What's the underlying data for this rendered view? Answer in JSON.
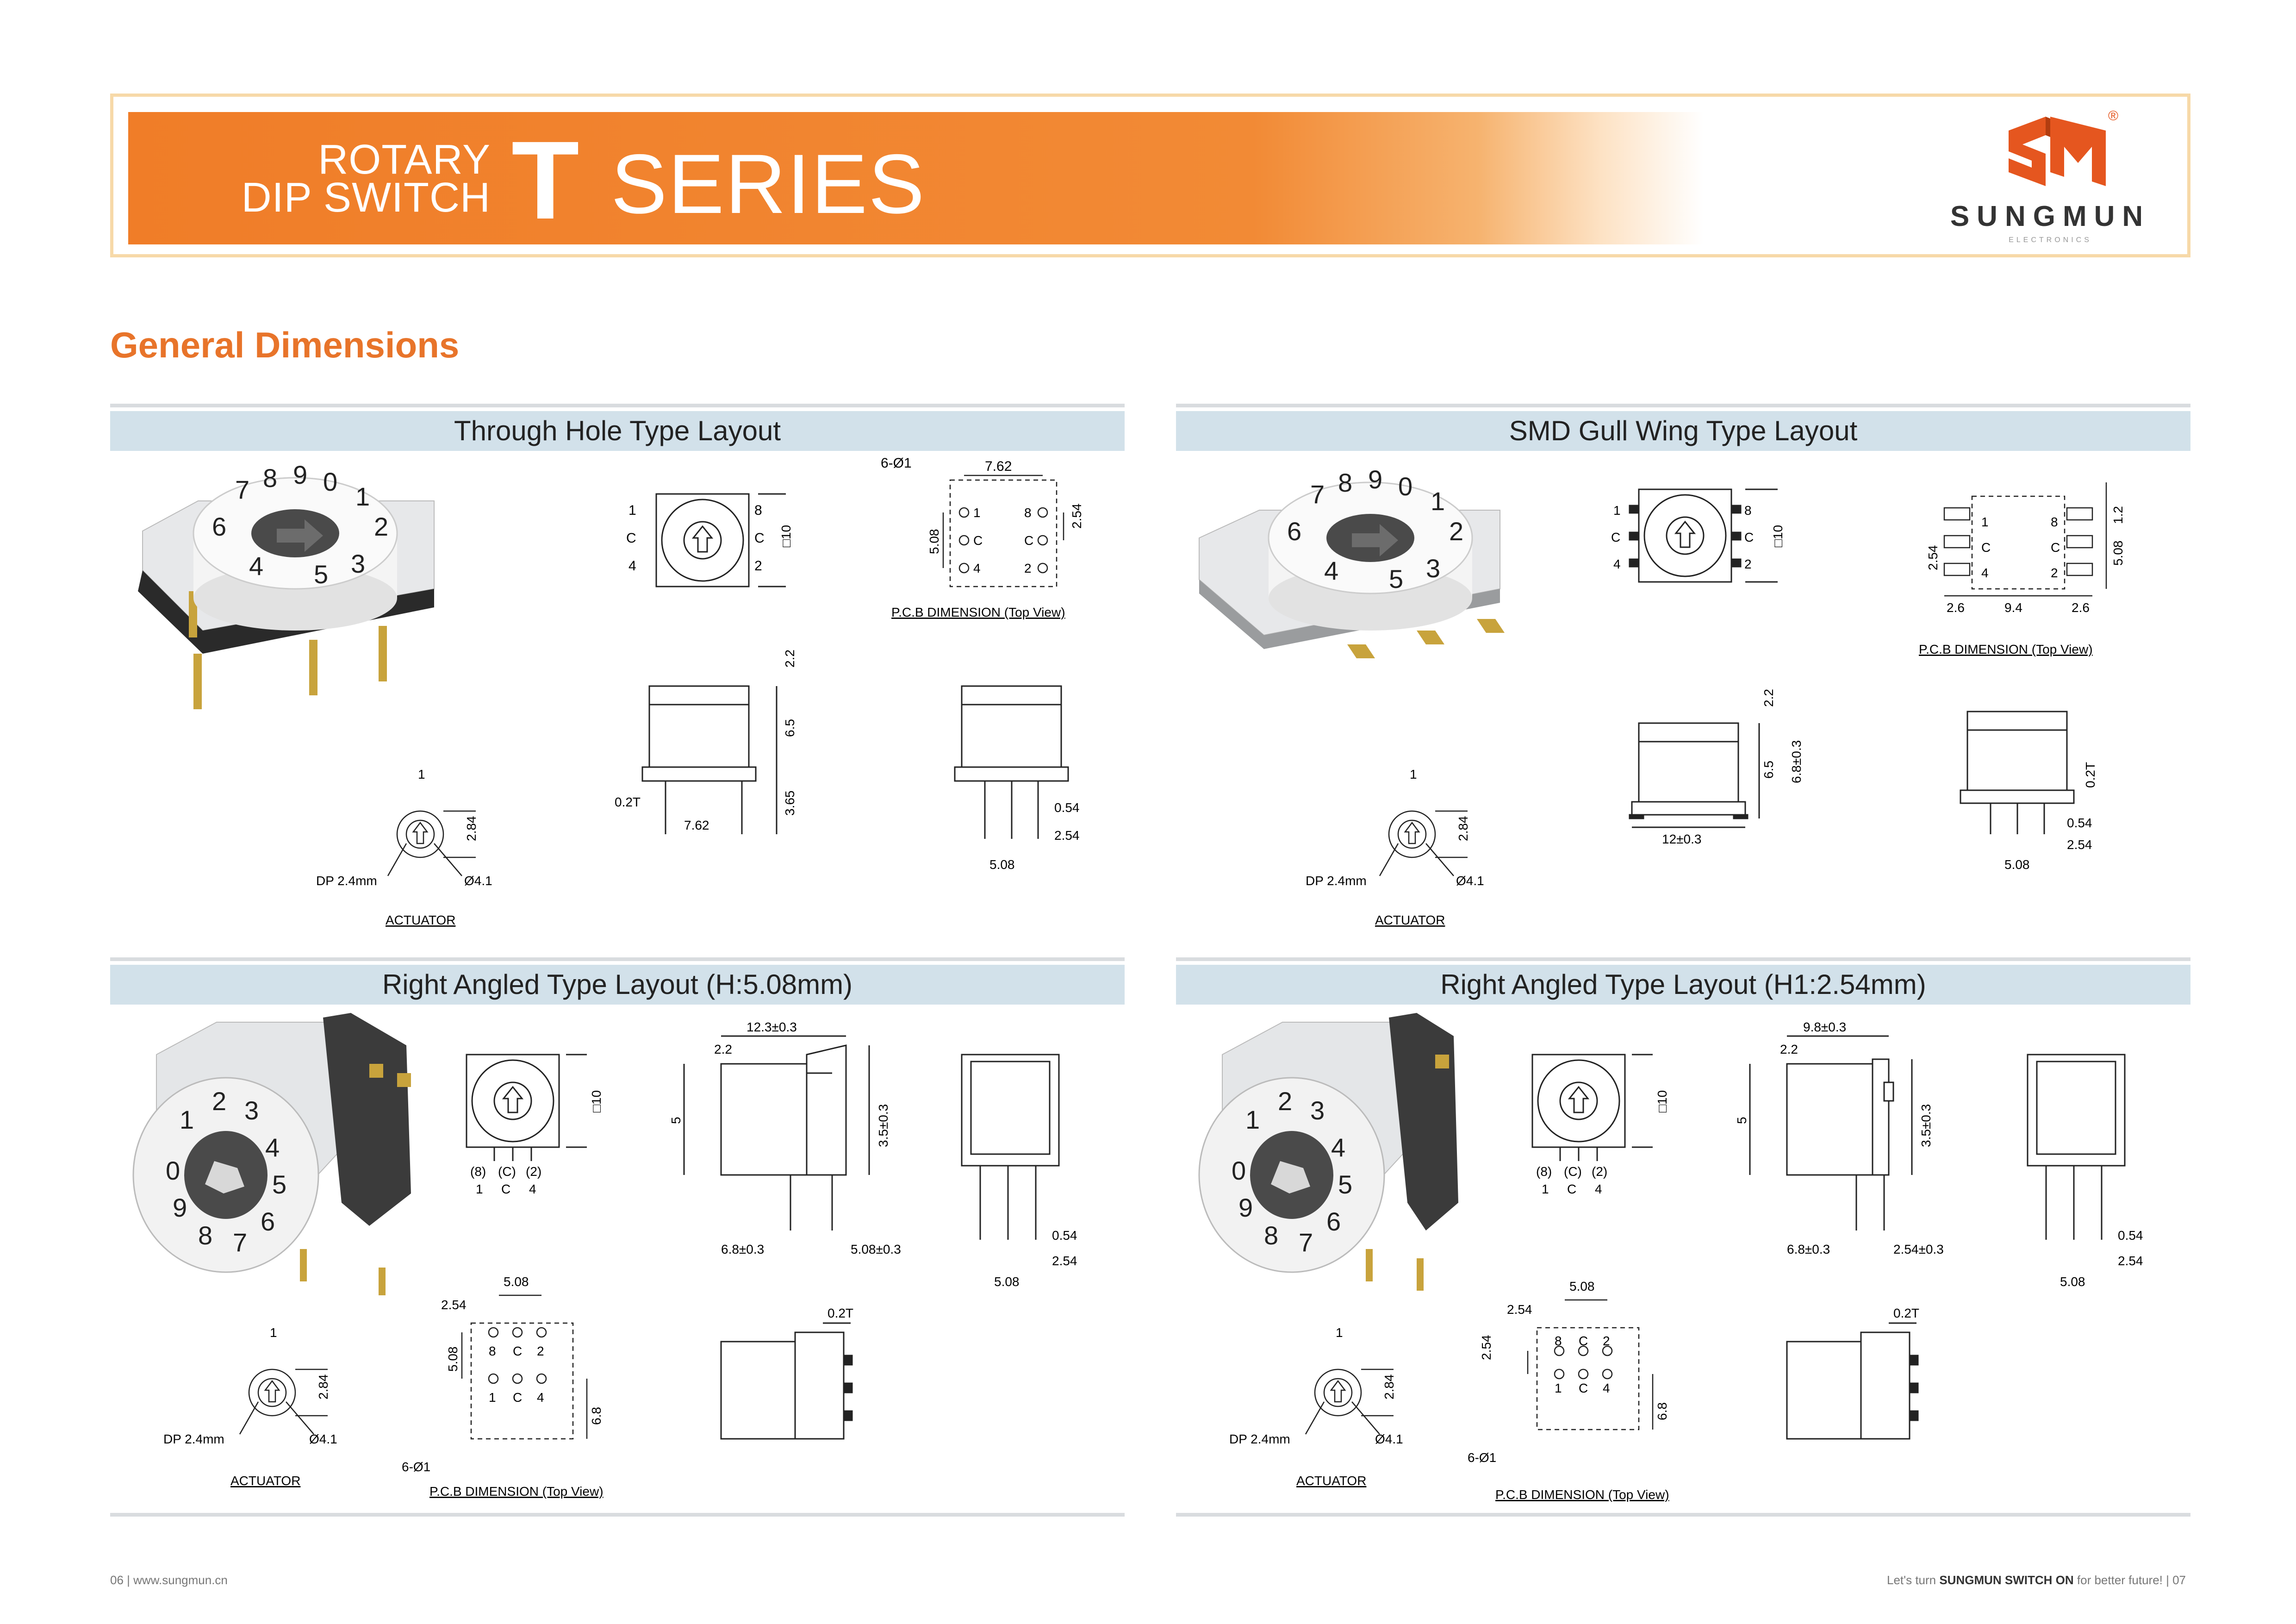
{
  "header": {
    "line1": "ROTARY",
    "line2": "DIP SWITCH",
    "series_letter": "T",
    "series_word": "SERIES",
    "accent_color": "#f07d28"
  },
  "logo": {
    "name": "SUNGMUN",
    "sub": "ELECTRONICS",
    "reg": "®",
    "icon": "sm-logo-icon"
  },
  "page_title": "General Dimensions",
  "panels": {
    "through_hole": {
      "title": "Through Hole Type Layout"
    },
    "smd": {
      "title": "SMD Gull Wing Type Layout"
    },
    "ra508": {
      "title": "Right Angled Type Layout (H:5.08mm)"
    },
    "ra254": {
      "title": "Right Angled Type Layout (H1:2.54mm)"
    }
  },
  "labels": {
    "dp": "DP 2.4mm",
    "dia41": "Ø4.1",
    "actuator": "ACTUATOR",
    "pcb": "P.C.B DIMENSION (Top View)",
    "holes": "6-Ø1",
    "dim_1": "1",
    "dim_284": "2.84",
    "dim_762": "7.62",
    "dim_254": "2.54",
    "dim_508": "5.08",
    "dim_10": "□10",
    "dim_22": "2.2",
    "dim_65": "6.5",
    "dim_365": "3.65",
    "dim_02t": "0.2T",
    "dim_054": "0.54",
    "dim_12": "1.2",
    "dim_26": "2.6",
    "dim_94": "9.4",
    "dim_68": "6.8±0.3",
    "dim_12w": "12±0.3",
    "dim_123": "12.3±0.3",
    "dim_98": "9.8±0.3",
    "dim_35": "3.5±0.3",
    "dim_5": "5",
    "dim_68b": "6.8±0.3",
    "dim_508b": "5.08±0.3",
    "dim_254b": "2.54±0.3",
    "dim_6_8": "6.8",
    "pin_1": "1",
    "pin_c": "C",
    "pin_4": "4",
    "pin_8": "8",
    "pin_2": "2",
    "pin_8p": "(8)",
    "pin_cp": "(C)",
    "pin_2p": "(2)"
  },
  "footer": {
    "left": "06  |  www.sungmun.cn",
    "right_a": "Let's turn ",
    "right_b": "SUNGMUN SWITCH ON",
    "right_c": " for better future!   |   07"
  }
}
